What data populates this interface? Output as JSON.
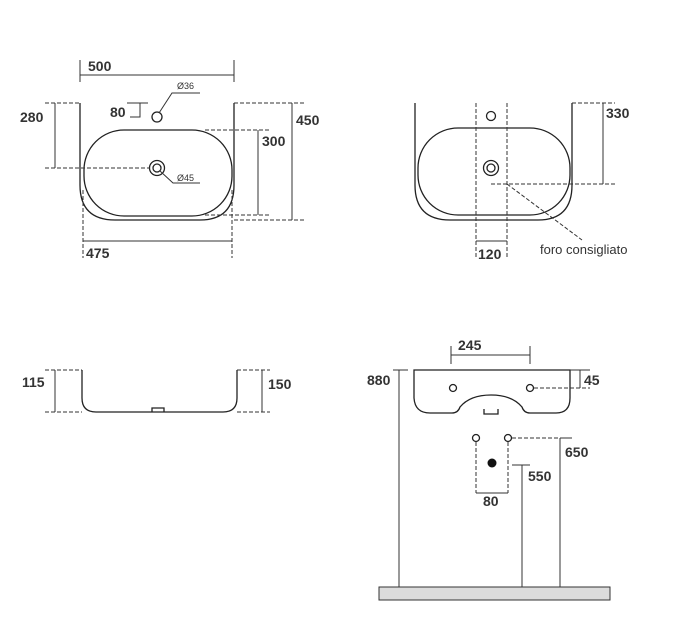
{
  "top_view": {
    "width_overall": "500",
    "depth_tap": "280",
    "tap_offset": "80",
    "tap_hole_diameter": "Ø36",
    "drain_diameter": "Ø45",
    "bowl_depth": "300",
    "depth_overall": "450",
    "bowl_width": "475"
  },
  "top_view_right": {
    "drain_depth": "330",
    "recommended_offset": "120",
    "hole_note": "foro consigliato"
  },
  "side_view": {
    "bowl_height": "115",
    "overall_height": "150"
  },
  "front_view": {
    "fixing_spacing": "245",
    "mount_height": "880",
    "fixing_offset": "45",
    "supply_spacing": "80",
    "supply_height": "650",
    "waste_height": "550"
  }
}
